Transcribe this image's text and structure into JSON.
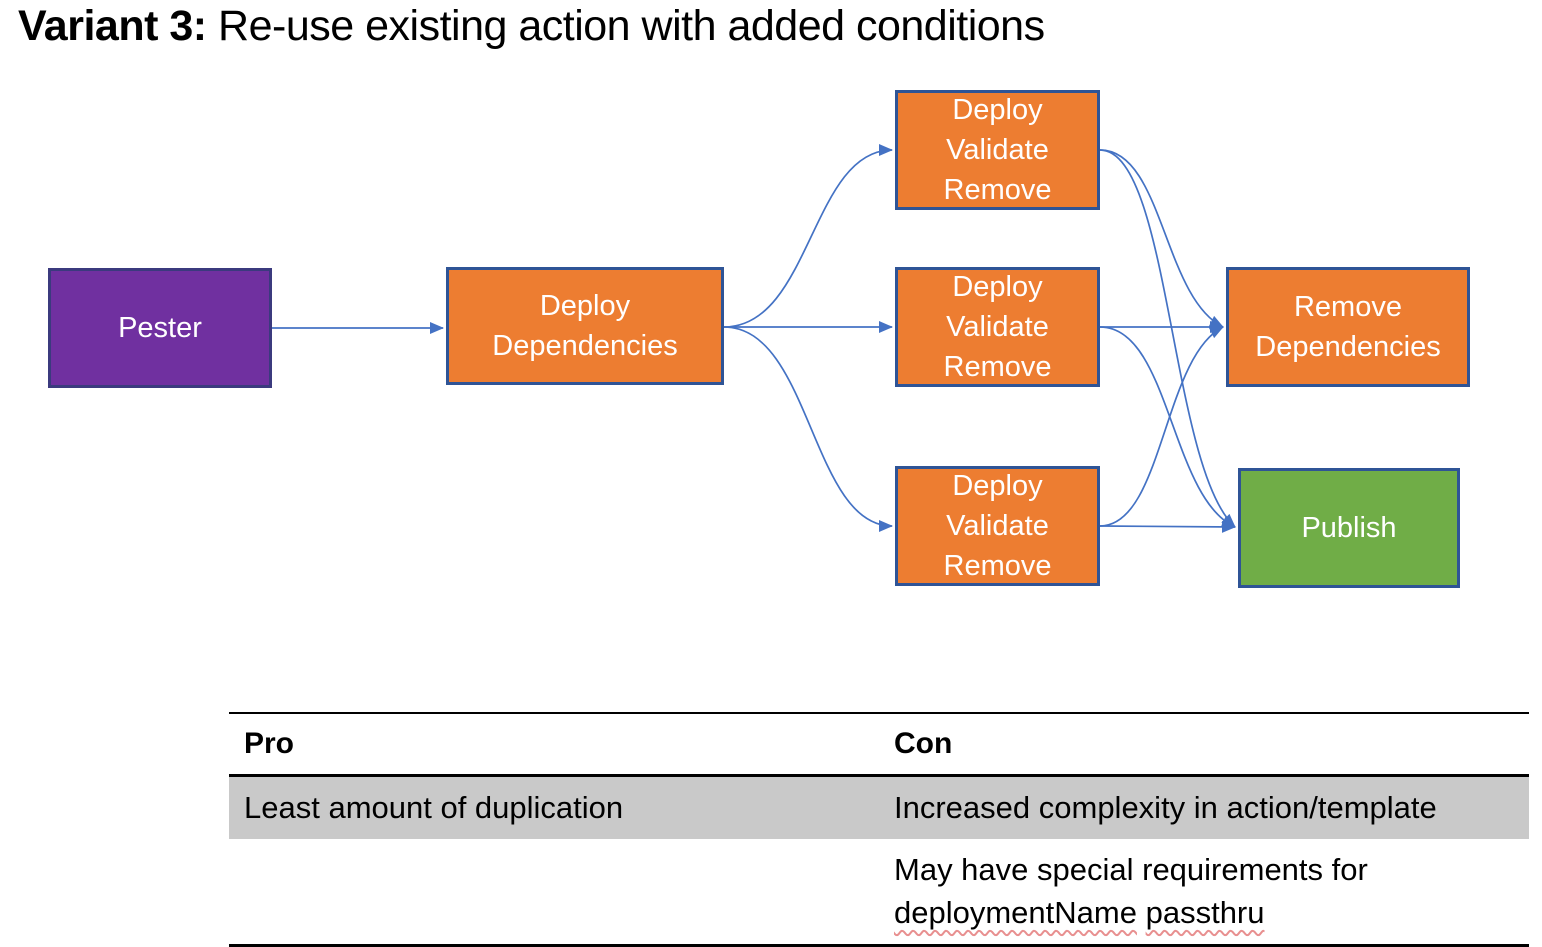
{
  "title": {
    "prefix": "Variant 3:",
    "rest": " Re-use existing action with added conditions"
  },
  "colors": {
    "node_orange": "#ED7D31",
    "node_purple": "#7030A0",
    "node_green": "#70AD47",
    "node_border": "#2F5496",
    "arrow_blue": "#4472C4",
    "shaded_row_gray": "#C9C9C9",
    "spellcheck_red": "#E89090",
    "table_border": "#000000"
  },
  "diagram": {
    "nodes": {
      "pester": {
        "label": "Pester",
        "fill": "#7030A0"
      },
      "deploy_dependencies": {
        "label": "Deploy\nDependencies",
        "fill": "#ED7D31"
      },
      "deploy_validate_remove_top": {
        "label": "Deploy\nValidate\nRemove",
        "fill": "#ED7D31"
      },
      "deploy_validate_remove_middle": {
        "label": "Deploy\nValidate\nRemove",
        "fill": "#ED7D31"
      },
      "deploy_validate_remove_bottom": {
        "label": "Deploy\nValidate\nRemove",
        "fill": "#ED7D31"
      },
      "remove_dependencies": {
        "label": "Remove\nDependencies",
        "fill": "#ED7D31"
      },
      "publish": {
        "label": "Publish",
        "fill": "#70AD47"
      }
    },
    "edges": [
      {
        "from": "pester",
        "to": "deploy_dependencies"
      },
      {
        "from": "deploy_dependencies",
        "to": "deploy_validate_remove_top"
      },
      {
        "from": "deploy_dependencies",
        "to": "deploy_validate_remove_middle"
      },
      {
        "from": "deploy_dependencies",
        "to": "deploy_validate_remove_bottom"
      },
      {
        "from": "deploy_validate_remove_top",
        "to": "remove_dependencies"
      },
      {
        "from": "deploy_validate_remove_top",
        "to": "publish"
      },
      {
        "from": "deploy_validate_remove_middle",
        "to": "remove_dependencies"
      },
      {
        "from": "deploy_validate_remove_middle",
        "to": "publish"
      },
      {
        "from": "deploy_validate_remove_bottom",
        "to": "remove_dependencies"
      },
      {
        "from": "deploy_validate_remove_bottom",
        "to": "publish"
      }
    ]
  },
  "table": {
    "headers": [
      "Pro",
      "Con"
    ],
    "rows": [
      {
        "pro": "Least amount of duplication",
        "con": "Increased complexity in action/template"
      },
      {
        "pro": "",
        "con_line1": "May have special requirements for",
        "con_word1": "deploymentName",
        "con_word2": "passthru"
      }
    ]
  }
}
